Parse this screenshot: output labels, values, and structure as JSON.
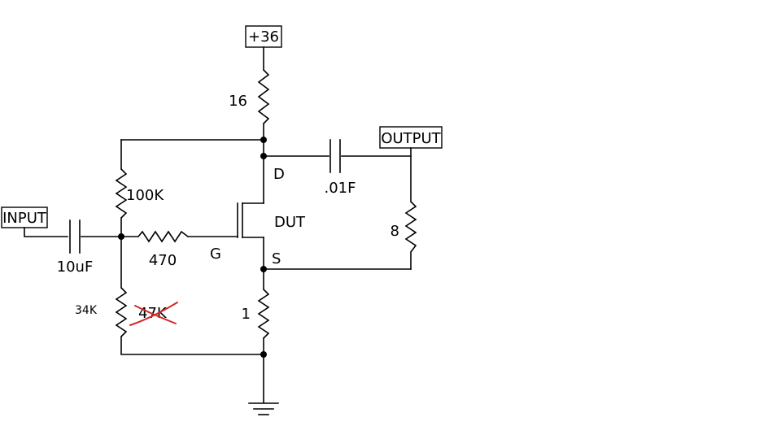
{
  "supply": {
    "label": "+36"
  },
  "ports": {
    "input": "INPUT",
    "output": "OUTPUT"
  },
  "components": {
    "r_drain": "16",
    "r_bias_top": "100K",
    "r_gate": "470",
    "r_bias_bottom_new": "34K",
    "r_bias_bottom_old": "47K",
    "r_source": "1",
    "r_load": "8",
    "c_input": "10uF",
    "c_output": ".01F",
    "transistor": "DUT"
  },
  "pins": {
    "drain": "D",
    "gate": "G",
    "source": "S"
  },
  "colors": {
    "wire": "#000000",
    "strike": "#d22a2a"
  }
}
